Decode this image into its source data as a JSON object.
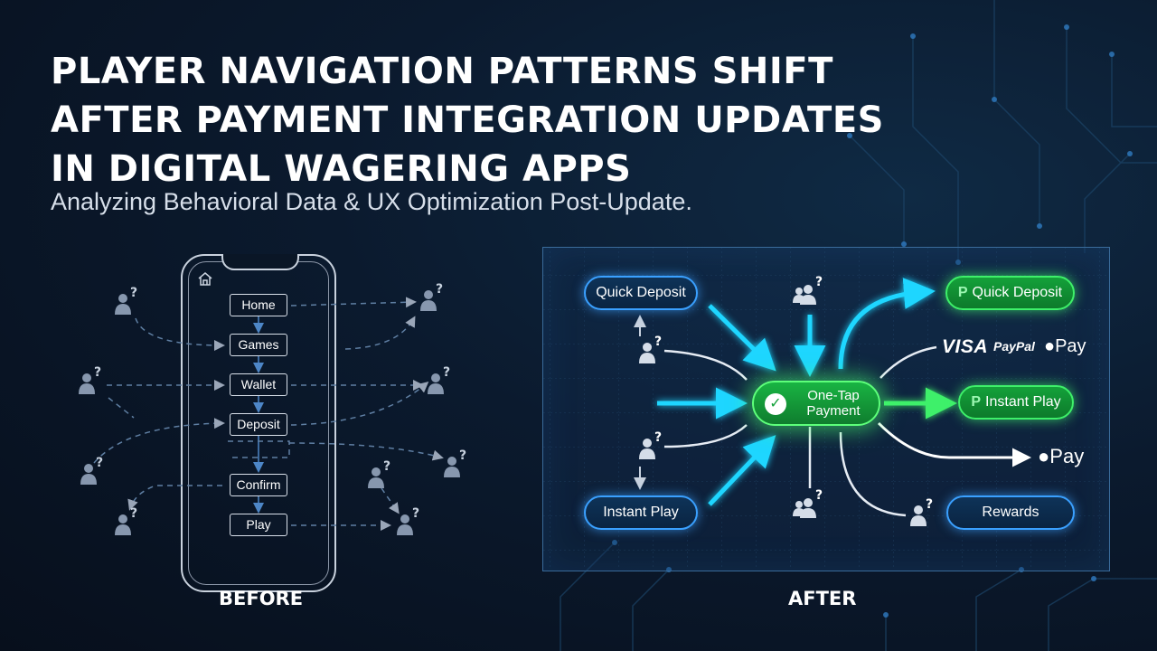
{
  "header": {
    "title_lines": [
      "PLAYER NAVIGATION PATTERNS SHIFT",
      "AFTER PAYMENT INTEGRATION UPDATES",
      "IN DIGITAL WAGERING APPS"
    ],
    "subtitle": "Analyzing Behavioral Data & UX Optimization Post-Update."
  },
  "before": {
    "caption": "BEFORE",
    "steps": [
      "Home",
      "Games",
      "Wallet",
      "Deposit",
      "Confirm",
      "Play"
    ]
  },
  "after": {
    "caption": "AFTER",
    "center_label": "One-Tap Payment",
    "nodes": {
      "quick_deposit_in": "Quick Deposit",
      "instant_play_in": "Instant Play",
      "quick_deposit_out": "Quick Deposit",
      "instant_play_out": "Instant Play",
      "rewards": "Rewards"
    },
    "brands": {
      "visa": "VISA",
      "paypal": "PayPal",
      "apple_pay": "Pay"
    }
  },
  "colors": {
    "accent_blue": "#3aa0ff",
    "accent_cyan": "#1ed6ff",
    "accent_green": "#3ef06a",
    "node_border": "#d9e0ea"
  },
  "icons": [
    "user-question-icon",
    "users-question-icon",
    "home-icon",
    "check-icon",
    "apple-icon"
  ]
}
